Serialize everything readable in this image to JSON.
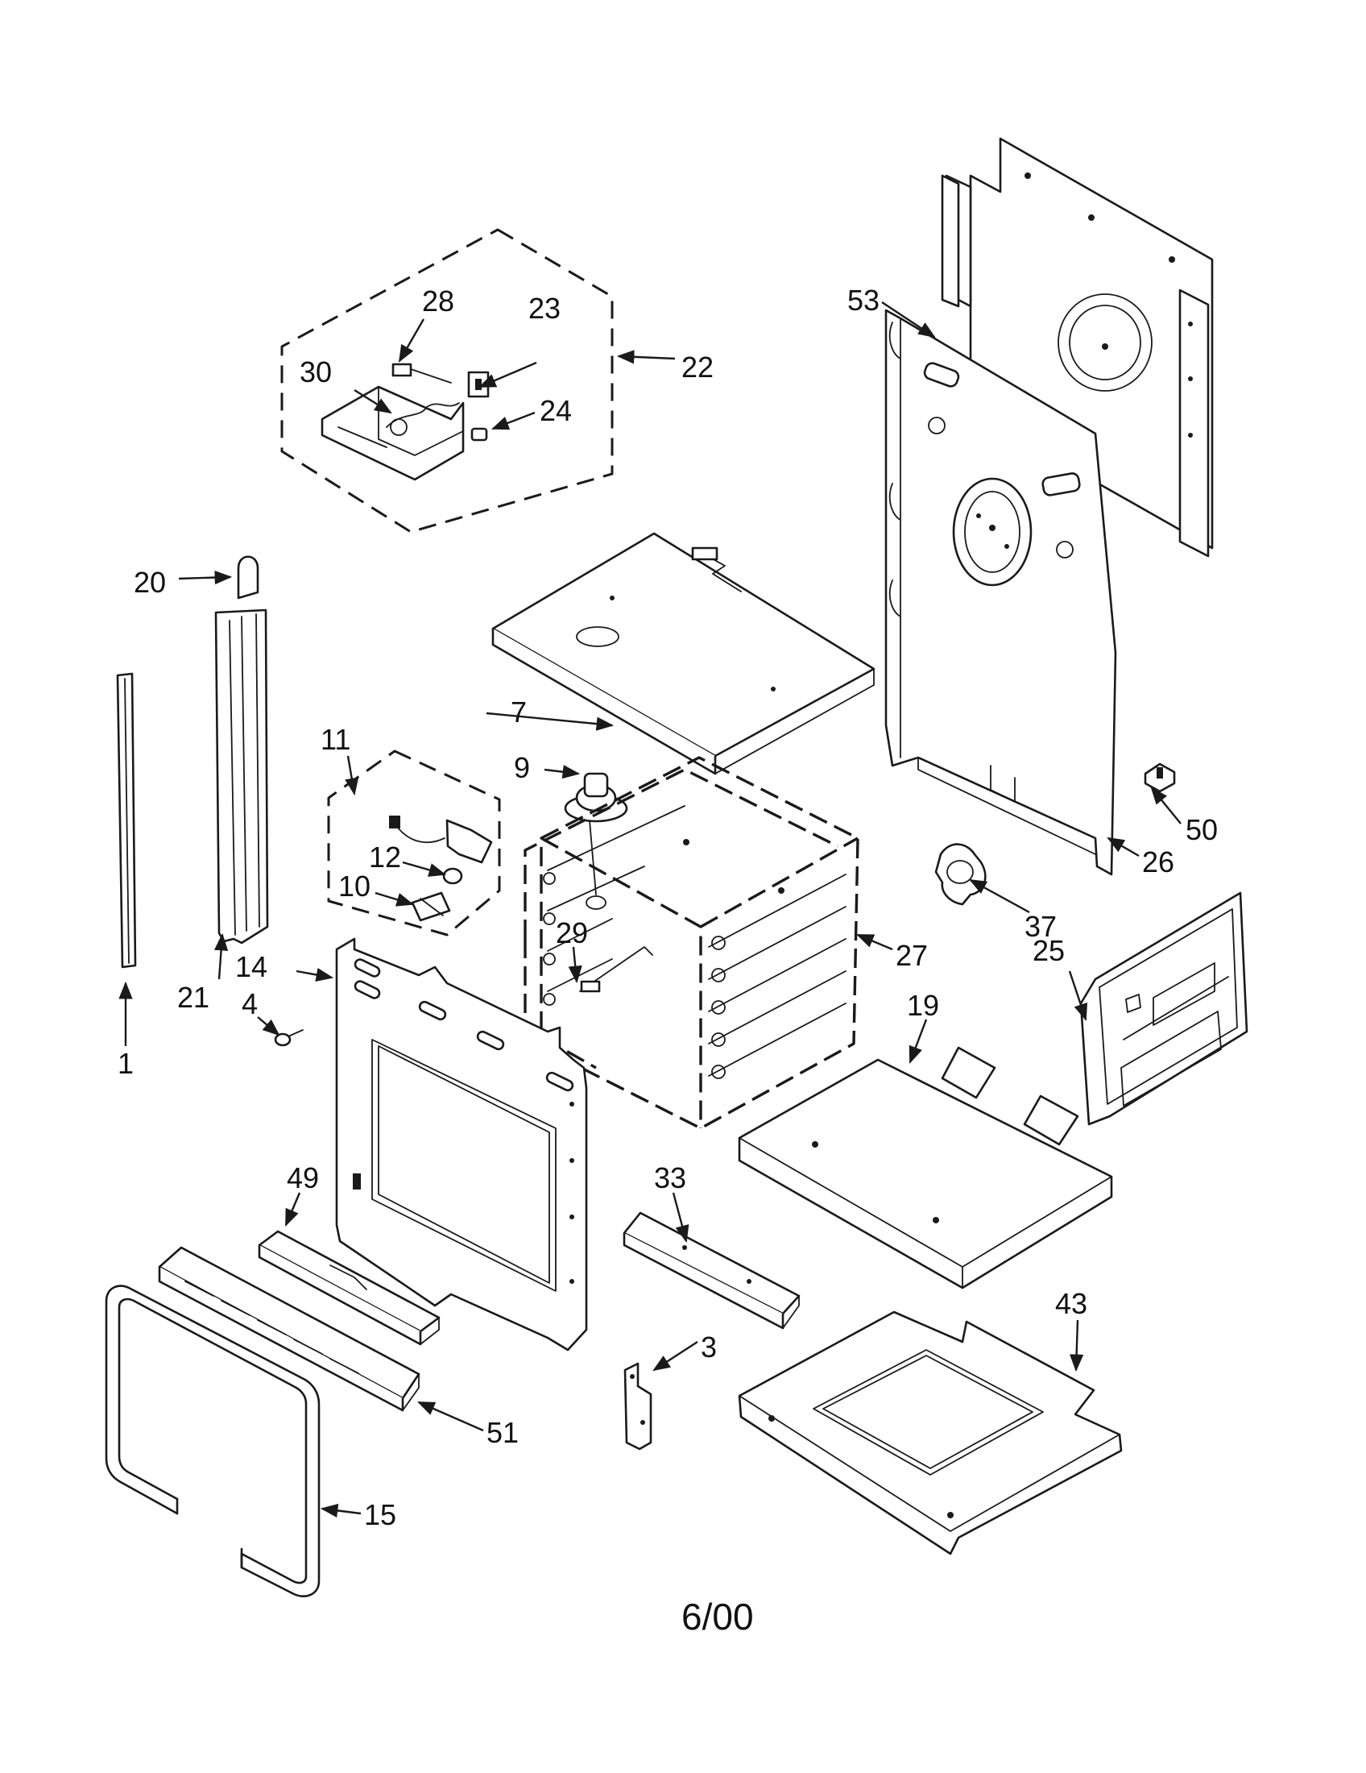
{
  "callouts": [
    "1",
    "3",
    "4",
    "7",
    "9",
    "10",
    "11",
    "12",
    "14",
    "15",
    "19",
    "20",
    "21",
    "22",
    "23",
    "24",
    "25",
    "26",
    "27",
    "28",
    "29",
    "30",
    "33",
    "37",
    "43",
    "49",
    "50",
    "51",
    "53"
  ],
  "date_code": "6/00",
  "icons": [
    "arrow-head"
  ]
}
